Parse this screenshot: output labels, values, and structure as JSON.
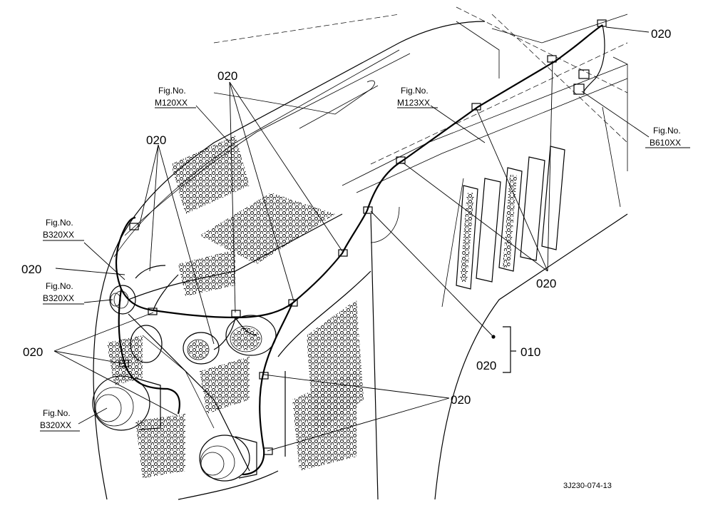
{
  "labels": {
    "c020_top_left": "020",
    "c020_top_mid": "020",
    "c020_top_right": "020",
    "c020_left_mid": "020",
    "c020_left_low": "020",
    "c020_right_mid": "020",
    "c020_bottom_right": "020",
    "c020_bracket": "020",
    "c010_bracket": "010",
    "fig_m120": {
      "line1": "Fig.No.",
      "line2": "M120XX"
    },
    "fig_m123": {
      "line1": "Fig.No.",
      "line2": "M123XX"
    },
    "fig_b610": {
      "line1": "Fig.No.",
      "line2": "B610XX"
    },
    "fig_b320_a": {
      "line1": "Fig.No.",
      "line2": "B320XX"
    },
    "fig_b320_b": {
      "line1": "Fig.No.",
      "line2": "B320XX"
    },
    "fig_b320_c": {
      "line1": "Fig.No.",
      "line2": "B320XX"
    },
    "drawing_code": "3J230-074-13"
  }
}
